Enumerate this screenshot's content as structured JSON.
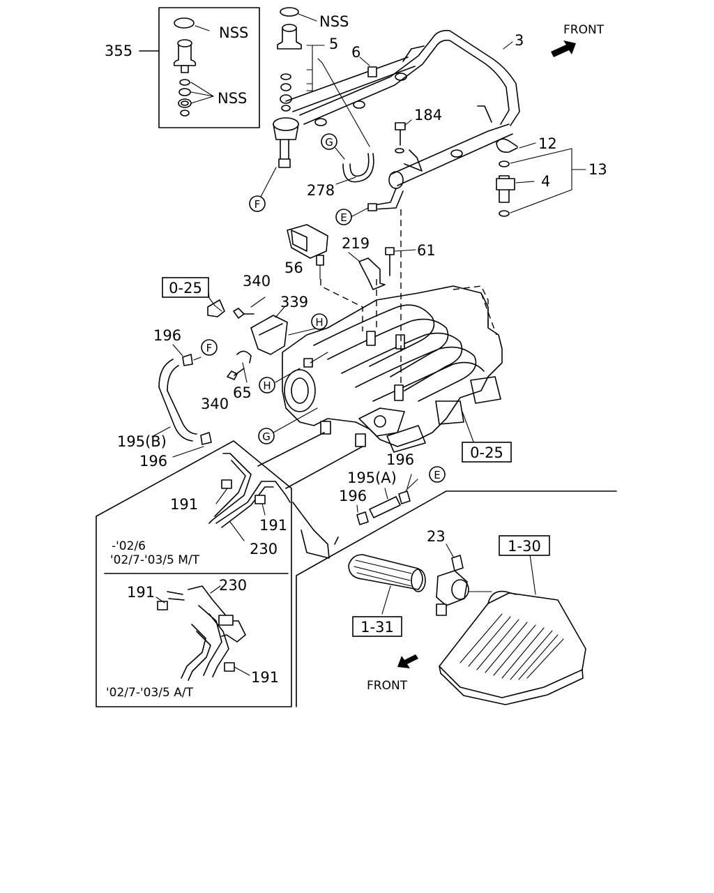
{
  "diagram": {
    "part_labels": {
      "p355": "355",
      "nss_top": "NSS",
      "nss_inset1": "NSS",
      "nss_inset2": "NSS",
      "p5": "5",
      "p6": "6",
      "p3": "3",
      "p184": "184",
      "p12": "12",
      "p13": "13",
      "p4": "4",
      "p278": "278",
      "p219": "219",
      "p61": "61",
      "p56": "56",
      "p340a": "340",
      "p339": "339",
      "p196a": "196",
      "p65": "65",
      "p340b": "340",
      "p195b": "195(B)",
      "p196b": "196",
      "p191a": "191",
      "p191b": "191",
      "p230a": "230",
      "p196c": "196",
      "p195a": "195(A)",
      "p196d": "196",
      "p23": "23",
      "p191c": "191",
      "p230b": "230",
      "p191d": "191"
    },
    "ref_boxes": {
      "r025a": "0-25",
      "r025b": "0-25",
      "r130": "1-30",
      "r131": "1-31"
    },
    "callouts": {
      "e1": "E",
      "e2": "E",
      "f1": "F",
      "f2": "F",
      "g1": "G",
      "g2": "G",
      "h1": "H",
      "h2": "H"
    },
    "direction": {
      "front_top": "FRONT",
      "front_bottom": "FRONT"
    },
    "notes": {
      "inset_mt_line1": "-'02/6",
      "inset_mt_line2": "'02/7-'03/5 M/T",
      "inset_at": "'02/7-'03/5 A/T"
    }
  }
}
